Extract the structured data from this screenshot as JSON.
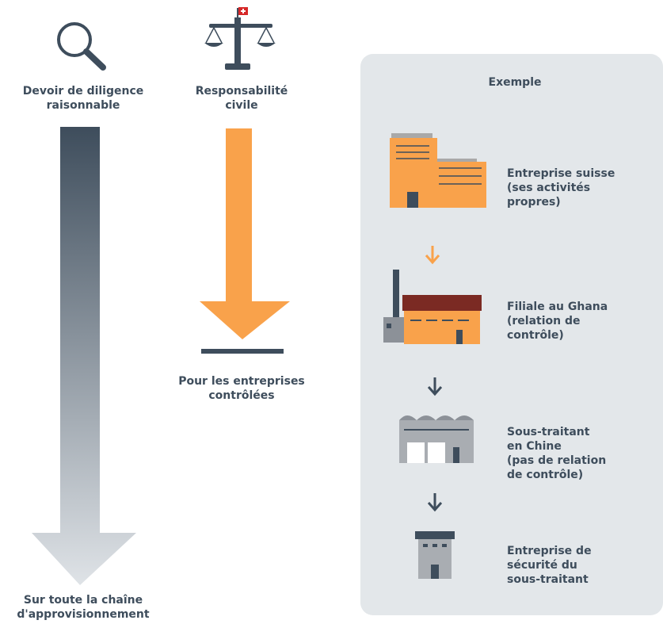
{
  "colors": {
    "text": "#3e4d5c",
    "orange": "#f9a24b",
    "slate": "#3e4d5c",
    "panel": "#e3e7ea",
    "factory_roof": "#7b2a23",
    "swiss_red": "#d62828"
  },
  "left_column": {
    "title": "Devoir de diligence\nraisonnable",
    "icon": "magnifier-icon",
    "bottom_label": "Sur toute la chaîne\nd'approvisionnement"
  },
  "middle_column": {
    "title": "Responsabilité\ncivile",
    "icon": "scales-icon",
    "bottom_label": "Pour les entreprises\ncontrôlées"
  },
  "example": {
    "title": "Exemple",
    "items": [
      {
        "label": "Entreprise suisse\n(ses activités\npropres)",
        "icon": "office-building-icon"
      },
      {
        "label": "Filiale au Ghana\n(relation de\ncontrôle)",
        "icon": "factory-icon"
      },
      {
        "label": "Sous-traitant\nen Chine\n(pas de relation\nde contrôle)",
        "icon": "warehouse-icon"
      },
      {
        "label": "Entreprise de\nsécurité du\nsous-traitant",
        "icon": "small-building-icon"
      }
    ]
  }
}
